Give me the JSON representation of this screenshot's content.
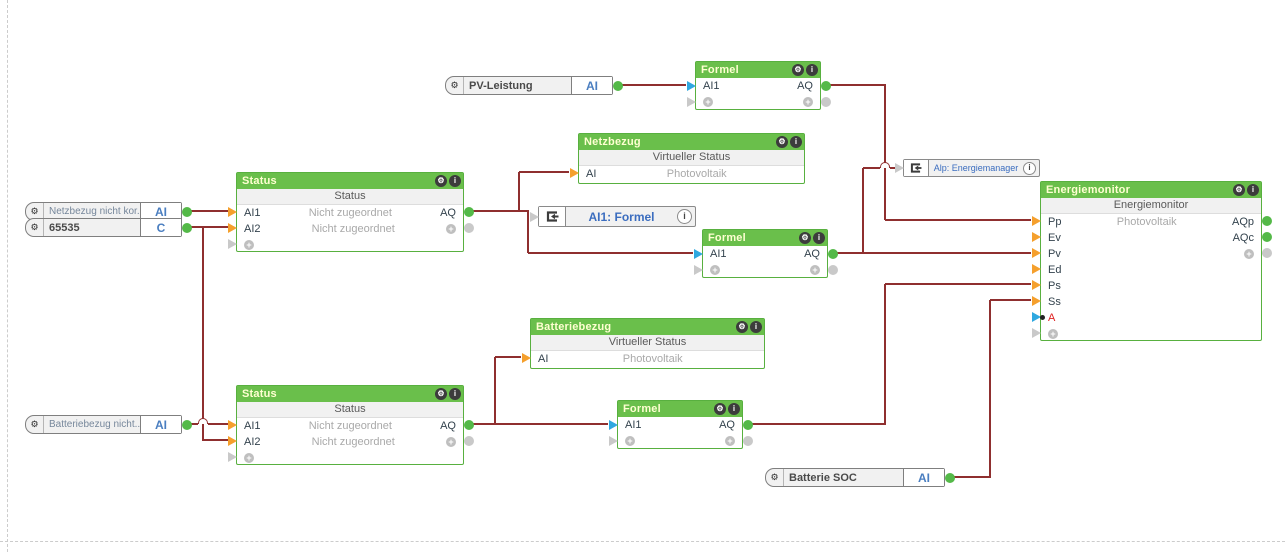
{
  "colors": {
    "wire": "#8f2f2f",
    "block_green": "#6abf4b",
    "block_title_text": "#ffffd2",
    "connector_green": "#54b948",
    "connector_orange": "#f5a02d",
    "connector_blue": "#2fa8e0",
    "connector_gray": "#c9c9c9",
    "reference_text_blue": "#3b6dbf",
    "alarm_red": "#e02020"
  },
  "icons": {
    "gear": "⚙",
    "info": "i",
    "plus": "+"
  },
  "capsules": {
    "pv_leistung": {
      "label": "PV-Leistung",
      "type": "AI"
    },
    "netzbezug_nicht": {
      "label": "Netzbezug nicht kor...",
      "type": "AI"
    },
    "constant_65535": {
      "label": "65535",
      "type": "C"
    },
    "batteriebezug_nicht": {
      "label": "Batteriebezug nicht...",
      "type": "AI"
    },
    "batterie_soc": {
      "label": "Batterie SOC",
      "type": "AI"
    }
  },
  "blocks": {
    "formel_top": {
      "title": "Formel",
      "inputs": [
        "AI1"
      ],
      "outputs": [
        "AQ"
      ]
    },
    "formel_mid": {
      "title": "Formel",
      "inputs": [
        "AI1"
      ],
      "outputs": [
        "AQ"
      ]
    },
    "formel_bottom": {
      "title": "Formel",
      "inputs": [
        "AI1"
      ],
      "outputs": [
        "AQ"
      ]
    },
    "netzbezug": {
      "title": "Netzbezug",
      "subtitle": "Virtueller Status",
      "description": "Photovoltaik",
      "inputs": [
        "AI"
      ]
    },
    "batteriebezug": {
      "title": "Batteriebezug",
      "subtitle": "Virtueller Status",
      "description": "Photovoltaik",
      "inputs": [
        "AI"
      ]
    },
    "status_top": {
      "title": "Status",
      "subtitle": "Status",
      "inputs": [
        "AI1",
        "AI2"
      ],
      "values": [
        "Nicht zugeordnet",
        "Nicht zugeordnet"
      ],
      "outputs": [
        "AQ"
      ]
    },
    "status_bottom": {
      "title": "Status",
      "subtitle": "Status",
      "inputs": [
        "AI1",
        "AI2"
      ],
      "values": [
        "Nicht zugeordnet",
        "Nicht zugeordnet"
      ],
      "outputs": [
        "AQ"
      ]
    },
    "energiemonitor": {
      "title": "Energiemonitor",
      "subtitle": "Energiemonitor",
      "description": "Photovoltaik",
      "inputs": [
        "Pp",
        "Ev",
        "Pv",
        "Ed",
        "Ps",
        "Ss",
        "A"
      ],
      "outputs": [
        "AQp",
        "AQc"
      ]
    }
  },
  "references": {
    "ai1_formel": {
      "label": "AI1: Formel"
    },
    "alp_energiemanager": {
      "label": "Alp: Energiemanager"
    }
  }
}
